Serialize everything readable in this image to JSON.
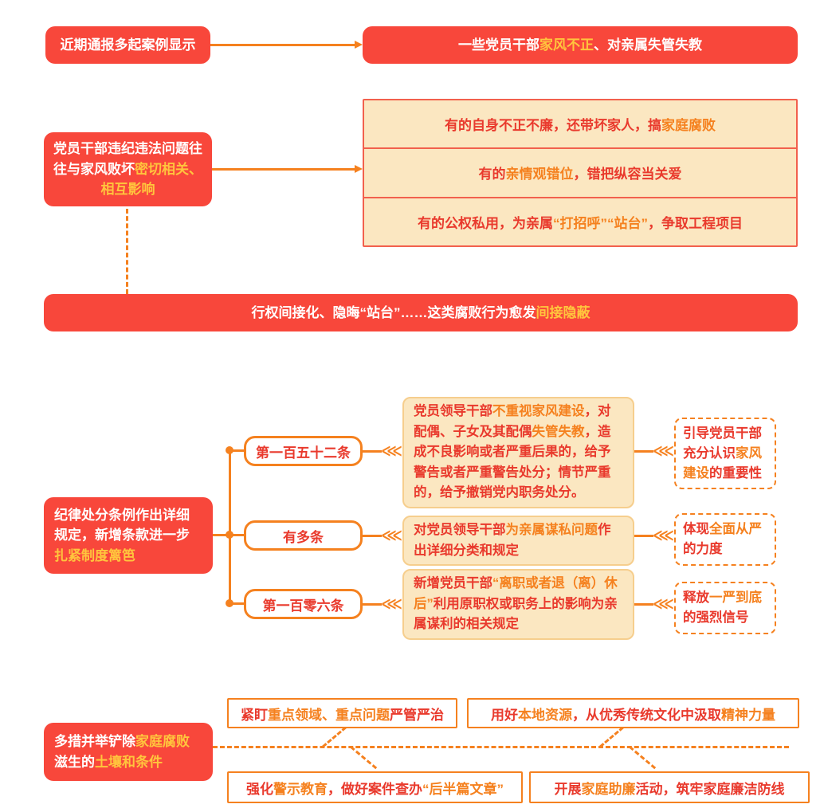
{
  "colors": {
    "red": "#F8473B",
    "redtext": "#E93A2D",
    "orange": "#F5811F",
    "yellow": "#FFC53D",
    "cream": "#FBE7C1",
    "creamborder": "#F6CE8D",
    "stackborder": "#F2604D"
  },
  "icons": {
    "triple_chevron": "⋘"
  },
  "s1": {
    "left": "近期通报多起案例显示",
    "right": [
      {
        "t": "一些党员干部"
      },
      {
        "t": "家风不正",
        "c": "y"
      },
      {
        "t": "、对亲属失管失教"
      }
    ]
  },
  "s2": {
    "left": [
      {
        "t": "党员干部违纪违法问题往往与家风败坏"
      },
      {
        "t": "密切相关、相互影响",
        "c": "y"
      }
    ],
    "items": [
      [
        {
          "t": "有的自身不正不廉，还带坏家人，搞"
        },
        {
          "t": "家庭腐败",
          "c": "o"
        }
      ],
      [
        {
          "t": "有的"
        },
        {
          "t": "亲情观错位",
          "c": "o"
        },
        {
          "t": "，错把纵容当关爱"
        }
      ],
      [
        {
          "t": "有的公权私用，为亲属"
        },
        {
          "t": "“打招呼”“站台”",
          "c": "o"
        },
        {
          "t": "，争取工程项目"
        }
      ]
    ]
  },
  "s3": [
    {
      "t": "行权间接化、隐晦“站台”……这类腐败行为愈发"
    },
    {
      "t": "间接隐蔽",
      "c": "y"
    }
  ],
  "s4": {
    "left": [
      {
        "t": "纪律处分条例作出详细规定，新增条款进一步"
      },
      {
        "t": "扎紧制度篱笆",
        "c": "y"
      }
    ],
    "rows": [
      {
        "label": "第一百五十二条",
        "body": [
          {
            "t": "党员领导干部"
          },
          {
            "t": "不重视家风建设",
            "c": "o"
          },
          {
            "t": "，对配偶、子女及其配偶"
          },
          {
            "t": "失管失教",
            "c": "o"
          },
          {
            "t": "，造成不良影响或者严重后果的，给予警告或者严重警告处分；情节严重的，给予撤销党内职务处分。"
          }
        ],
        "note": [
          {
            "t": "引导党员干部充分认识"
          },
          {
            "t": "家风建设",
            "c": "o"
          },
          {
            "t": "的重要性"
          }
        ]
      },
      {
        "label": "有多条",
        "body": [
          {
            "t": "对党员领导干部"
          },
          {
            "t": "为亲属谋私问题",
            "c": "o"
          },
          {
            "t": "作出详细分类和规定"
          }
        ],
        "note": [
          {
            "t": "体现"
          },
          {
            "t": "全面从严",
            "c": "o"
          },
          {
            "t": "的力度"
          }
        ]
      },
      {
        "label": "第一百零六条",
        "body": [
          {
            "t": "新增党员干部"
          },
          {
            "t": "“离职或者退（离）休后”",
            "c": "o"
          },
          {
            "t": "利用原职权或职务上的影响为亲属谋利的相关规定"
          }
        ],
        "note": [
          {
            "t": "释放"
          },
          {
            "t": "一严到底",
            "c": "o"
          },
          {
            "t": "的强烈信号"
          }
        ]
      }
    ]
  },
  "s5": {
    "left": [
      {
        "t": "多措并举铲除"
      },
      {
        "t": "家庭腐败",
        "c": "y"
      },
      {
        "t": "滋生的"
      },
      {
        "t": "土壤和条件",
        "c": "y"
      }
    ],
    "boxes": [
      [
        {
          "t": "紧盯"
        },
        {
          "t": "重点领域、重点问题",
          "c": "o"
        },
        {
          "t": "严管严治"
        }
      ],
      [
        {
          "t": "用好"
        },
        {
          "t": "本地资源",
          "c": "o"
        },
        {
          "t": "，从优秀传统文化中汲取"
        },
        {
          "t": "精神力量",
          "c": "o"
        }
      ],
      [
        {
          "t": "强化"
        },
        {
          "t": "警示教育",
          "c": "o"
        },
        {
          "t": "，做好案件查办"
        },
        {
          "t": "“后半篇文章”",
          "c": "o"
        }
      ],
      [
        {
          "t": "开展"
        },
        {
          "t": "家庭助廉",
          "c": "o"
        },
        {
          "t": "活动，筑牢家庭廉洁防线"
        }
      ]
    ]
  }
}
